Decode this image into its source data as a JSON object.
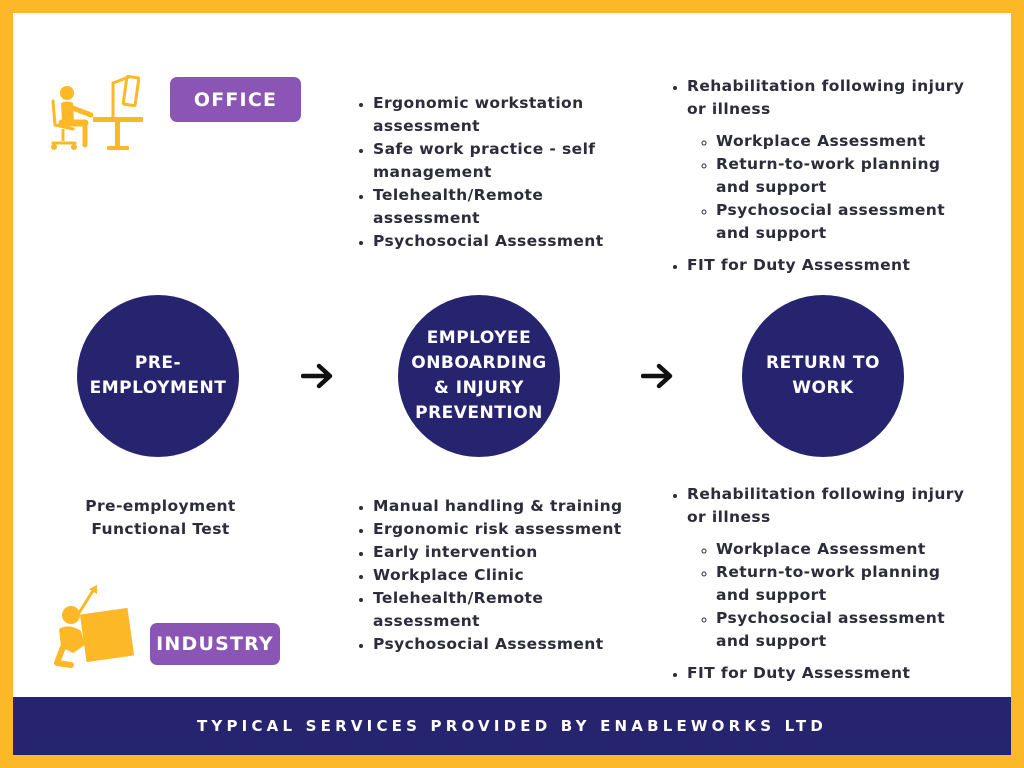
{
  "colors": {
    "border": "#FDB827",
    "navy": "#26246E",
    "purple": "#8B55B5",
    "icon_yellow": "#FDB827"
  },
  "tags": {
    "office": "OFFICE",
    "industry": "INDUSTRY"
  },
  "stages": [
    {
      "lines": [
        "PRE-",
        "EMPLOYMENT"
      ]
    },
    {
      "lines": [
        "EMPLOYEE",
        "ONBOARDING",
        "& INJURY",
        "PREVENTION"
      ]
    },
    {
      "lines": [
        "RETURN TO",
        "WORK"
      ]
    }
  ],
  "pre_employment": {
    "lines": [
      "Pre-employment",
      "Functional Test"
    ]
  },
  "office_prevention": [
    "Ergonomic workstation assessment",
    "Safe work practice - self management",
    "Telehealth/Remote assessment",
    "Psychosocial Assessment"
  ],
  "industry_prevention": [
    "Manual handling & training",
    "Ergonomic risk assessment",
    "Early intervention",
    "Workplace Clinic",
    "Telehealth/Remote assessment",
    "Psychosocial Assessment"
  ],
  "office_rtw": {
    "main": "Rehabilitation following injury or illness",
    "sub": [
      "Workplace Assessment",
      "Return-to-work planning and support",
      "Psychosocial assessment and support"
    ],
    "last": "FIT for Duty Assessment"
  },
  "industry_rtw": {
    "main": "Rehabilitation following injury or illness",
    "sub": [
      "Workplace Assessment",
      "Return-to-work planning and support",
      "Psychosocial assessment and support"
    ],
    "last": "FIT for Duty Assessment"
  },
  "footer": "TYPICAL SERVICES PROVIDED BY ENABLEWORKS LTD",
  "icons": {
    "office": "desk-worker-icon",
    "industry": "lifting-box-icon",
    "arrow": "right-arrow-icon"
  }
}
